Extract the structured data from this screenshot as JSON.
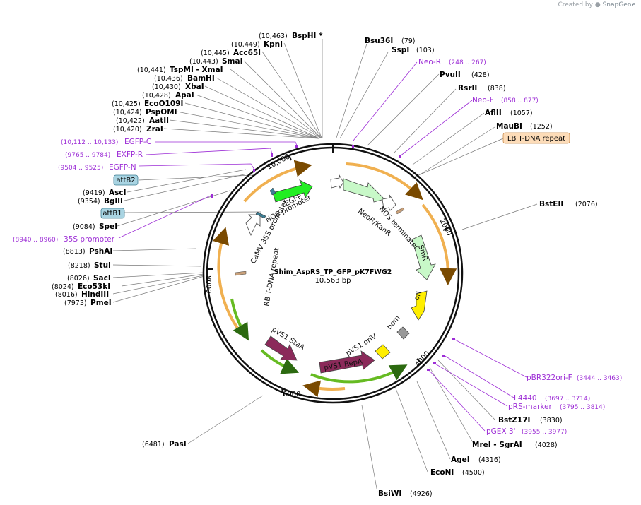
{
  "credit": {
    "prefix": "Created by",
    "brand": "SnapGene"
  },
  "plasmid": {
    "name": "Shim_AspRS_TP_GFP_pK7FWG2",
    "size_label": "10,563 bp",
    "length": 10563
  },
  "ticks": [
    "2000",
    "4000",
    "6000",
    "8000",
    "10,000"
  ],
  "enzymes_left": [
    {
      "name": "BspHI *",
      "pos": "(10,463)"
    },
    {
      "name": "KpnI",
      "pos": "(10,449)"
    },
    {
      "name": "Acc65I",
      "pos": "(10,445)"
    },
    {
      "name": "SmaI",
      "pos": "(10,443)"
    },
    {
      "name": "TspMI - XmaI",
      "pos": "(10,441)"
    },
    {
      "name": "BamHI",
      "pos": "(10,436)"
    },
    {
      "name": "XbaI",
      "pos": "(10,430)"
    },
    {
      "name": "ApaI",
      "pos": "(10,428)"
    },
    {
      "name": "EcoO109I",
      "pos": "(10,425)"
    },
    {
      "name": "PspOMI",
      "pos": "(10,424)"
    },
    {
      "name": "AatII",
      "pos": "(10,422)"
    },
    {
      "name": "ZraI",
      "pos": "(10,420)"
    },
    {
      "name": "AscI",
      "pos": "(9419)"
    },
    {
      "name": "BglII",
      "pos": "(9354)"
    },
    {
      "name": "SpeI",
      "pos": "(9084)"
    },
    {
      "name": "PshAI",
      "pos": "(8813)"
    },
    {
      "name": "StuI",
      "pos": "(8218)"
    },
    {
      "name": "SacI",
      "pos": "(8026)"
    },
    {
      "name": "Eco53kI",
      "pos": "(8024)"
    },
    {
      "name": "HindIII",
      "pos": "(8016)"
    },
    {
      "name": "PmeI",
      "pos": "(7973)"
    },
    {
      "name": "PasI",
      "pos": "(6481)"
    }
  ],
  "enzymes_right": [
    {
      "name": "Bsu36I",
      "pos": "(79)"
    },
    {
      "name": "SspI",
      "pos": "(103)"
    },
    {
      "name": "PvuII",
      "pos": "(428)"
    },
    {
      "name": "RsrII",
      "pos": "(838)"
    },
    {
      "name": "AflII",
      "pos": "(1057)"
    },
    {
      "name": "MauBI",
      "pos": "(1252)"
    },
    {
      "name": "BstEII",
      "pos": "(2076)"
    },
    {
      "name": "BstZ17I",
      "pos": "(3830)"
    },
    {
      "name": "MreI - SgrAI",
      "pos": "(4028)"
    },
    {
      "name": "AgeI",
      "pos": "(4316)"
    },
    {
      "name": "EcoNI",
      "pos": "(4500)"
    },
    {
      "name": "BsiWI",
      "pos": "(4926)"
    }
  ],
  "primers": [
    {
      "name": "Neo-R",
      "range": "(248 .. 267)"
    },
    {
      "name": "Neo-F",
      "range": "(858 .. 877)"
    },
    {
      "name": "EGFP-C",
      "range": "(10,112 .. 10,133)"
    },
    {
      "name": "EXFP-R",
      "range": "(9765 .. 9784)"
    },
    {
      "name": "EGFP-N",
      "range": "(9504 .. 9525)"
    },
    {
      "name": "35S promoter",
      "range": "(8940 .. 8960)"
    },
    {
      "name": "pBR322ori-F",
      "range": "(3444 .. 3463)"
    },
    {
      "name": "L4440",
      "range": "(3697 .. 3714)"
    },
    {
      "name": "pRS-marker",
      "range": "(3795 .. 3814)"
    },
    {
      "name": "pGEX 3'",
      "range": "(3955 .. 3977)"
    }
  ],
  "boxed_features": [
    {
      "name": "LB T-DNA repeat",
      "color": "#fddcb8",
      "border": "#c98a4a"
    },
    {
      "name": "attB2",
      "color": "#a9d4e2",
      "border": "#3e7d93"
    },
    {
      "name": "attB1",
      "color": "#a9d4e2",
      "border": "#3e7d93"
    }
  ],
  "features": [
    {
      "name": "EGFP",
      "color": "#22ee22"
    },
    {
      "name": "NOS promoter",
      "color": "#ffffff"
    },
    {
      "name": "NOS terminator",
      "color": "#ffffff"
    },
    {
      "name": "NeoR/KanR",
      "color": "#c8f8c8"
    },
    {
      "name": "SmR",
      "color": "#c8f8c8"
    },
    {
      "name": "ori",
      "color": "#ffee00"
    },
    {
      "name": "bom",
      "color": "#999999"
    },
    {
      "name": "pVS1 oriV",
      "color": "#ffee00"
    },
    {
      "name": "pVS1 RepA",
      "color": "#8b2a5a"
    },
    {
      "name": "pVS1 StaA",
      "color": "#8b2a5a"
    },
    {
      "name": "CaMV 35S promoter",
      "color": "#ffffff"
    },
    {
      "name": "RB T-DNA repeat",
      "color": "#c8a07a"
    }
  ]
}
